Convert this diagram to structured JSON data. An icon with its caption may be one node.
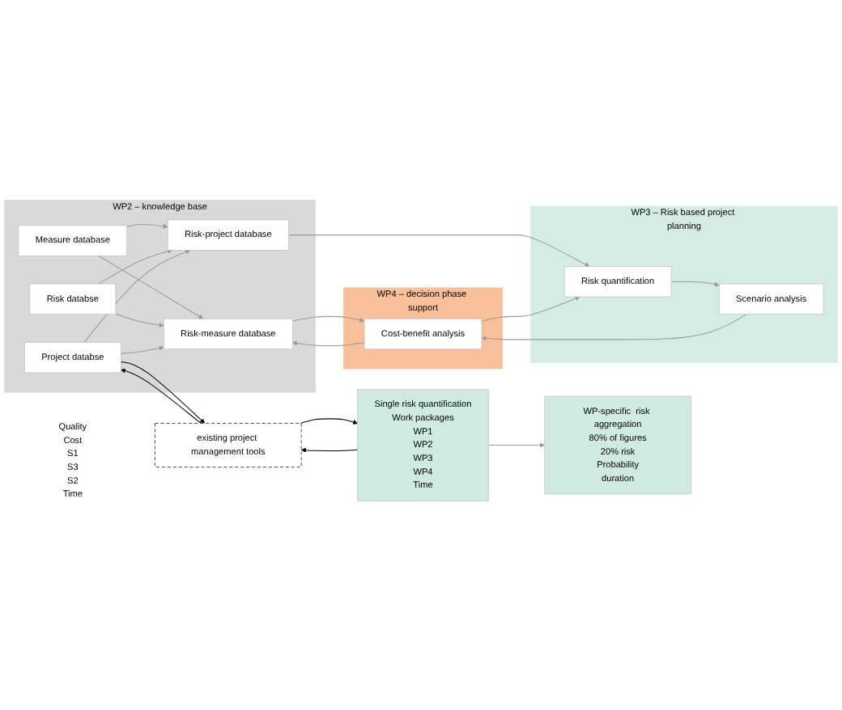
{
  "diagram": {
    "nodes": [
      {
        "text": [
          "Quality",
          "Cost",
          "S1",
          "S3",
          "S2",
          "Time"
        ]
      },
      {
        "text": [
          "WP2 – knowledge base"
        ]
      },
      {
        "text": [
          "Measure database"
        ],
        "in": 1
      },
      {
        "text": [
          "Risk-measure database"
        ],
        "in": 1
      },
      {
        "text": [
          "Risk databse"
        ],
        "in": 1
      },
      {
        "text": [
          "Project databse"
        ],
        "in": 1
      },
      {
        "text": [
          "Risk-project database"
        ],
        "in": 1
      },
      {
        "text": [
          "WP4 – decision phase support"
        ]
      },
      {
        "text": [
          "Cost-benefit analysis"
        ],
        "in": 7
      },
      {
        "text": [
          "WP3 – Risk based project planning"
        ]
      },
      {
        "text": [
          "Scenario analysis"
        ],
        "in": 9
      },
      {
        "text": [
          "Risk quantification"
        ],
        "in": 9
      },
      {
        "text": [
          "existing project management tools"
        ]
      },
      {
        "text": [
          "Single risk quantification",
          "Work packages",
          "WP1",
          "WP2",
          "WP3",
          "WP4",
          "Time"
        ]
      },
      {
        "text": [
          "WP-specific  risk aggregation",
          "80% of figures",
          "20% risk",
          "Probability",
          "duration"
        ]
      }
    ],
    "edges": [
      {
        "from": 2,
        "to": 3,
        "arrow": "to"
      },
      {
        "from": 2,
        "to": 6,
        "arrow": "to"
      },
      {
        "from": 4,
        "to": 3,
        "arrow": "to"
      },
      {
        "from": 4,
        "to": 6,
        "arrow": "to"
      },
      {
        "from": 5,
        "to": 3,
        "arrow": "to"
      },
      {
        "from": 5,
        "to": 6,
        "arrow": "to"
      },
      {
        "from": 3,
        "to": 8,
        "arrow": "to"
      },
      {
        "from": 8,
        "to": 3,
        "arrow": "to"
      },
      {
        "from": 6,
        "to": 11,
        "arrow": "to"
      },
      {
        "from": 8,
        "to": 11,
        "arrow": "to"
      },
      {
        "from": 11,
        "to": 10,
        "arrow": "to"
      },
      {
        "from": 10,
        "to": 8,
        "arrow": "to"
      },
      {
        "from": 12,
        "to": 5,
        "arrow": "to",
        "color": "#000000"
      },
      {
        "from": 5,
        "to": 12,
        "arrow": "to",
        "color": "#000000"
      },
      {
        "from": 12,
        "to": 13,
        "arrow": "to",
        "color": "#000000"
      },
      {
        "from": 13,
        "to": 12,
        "arrow": "to",
        "color": "#000000"
      },
      {
        "from": 13,
        "to": 14,
        "arrow": "to"
      }
    ]
  }
}
